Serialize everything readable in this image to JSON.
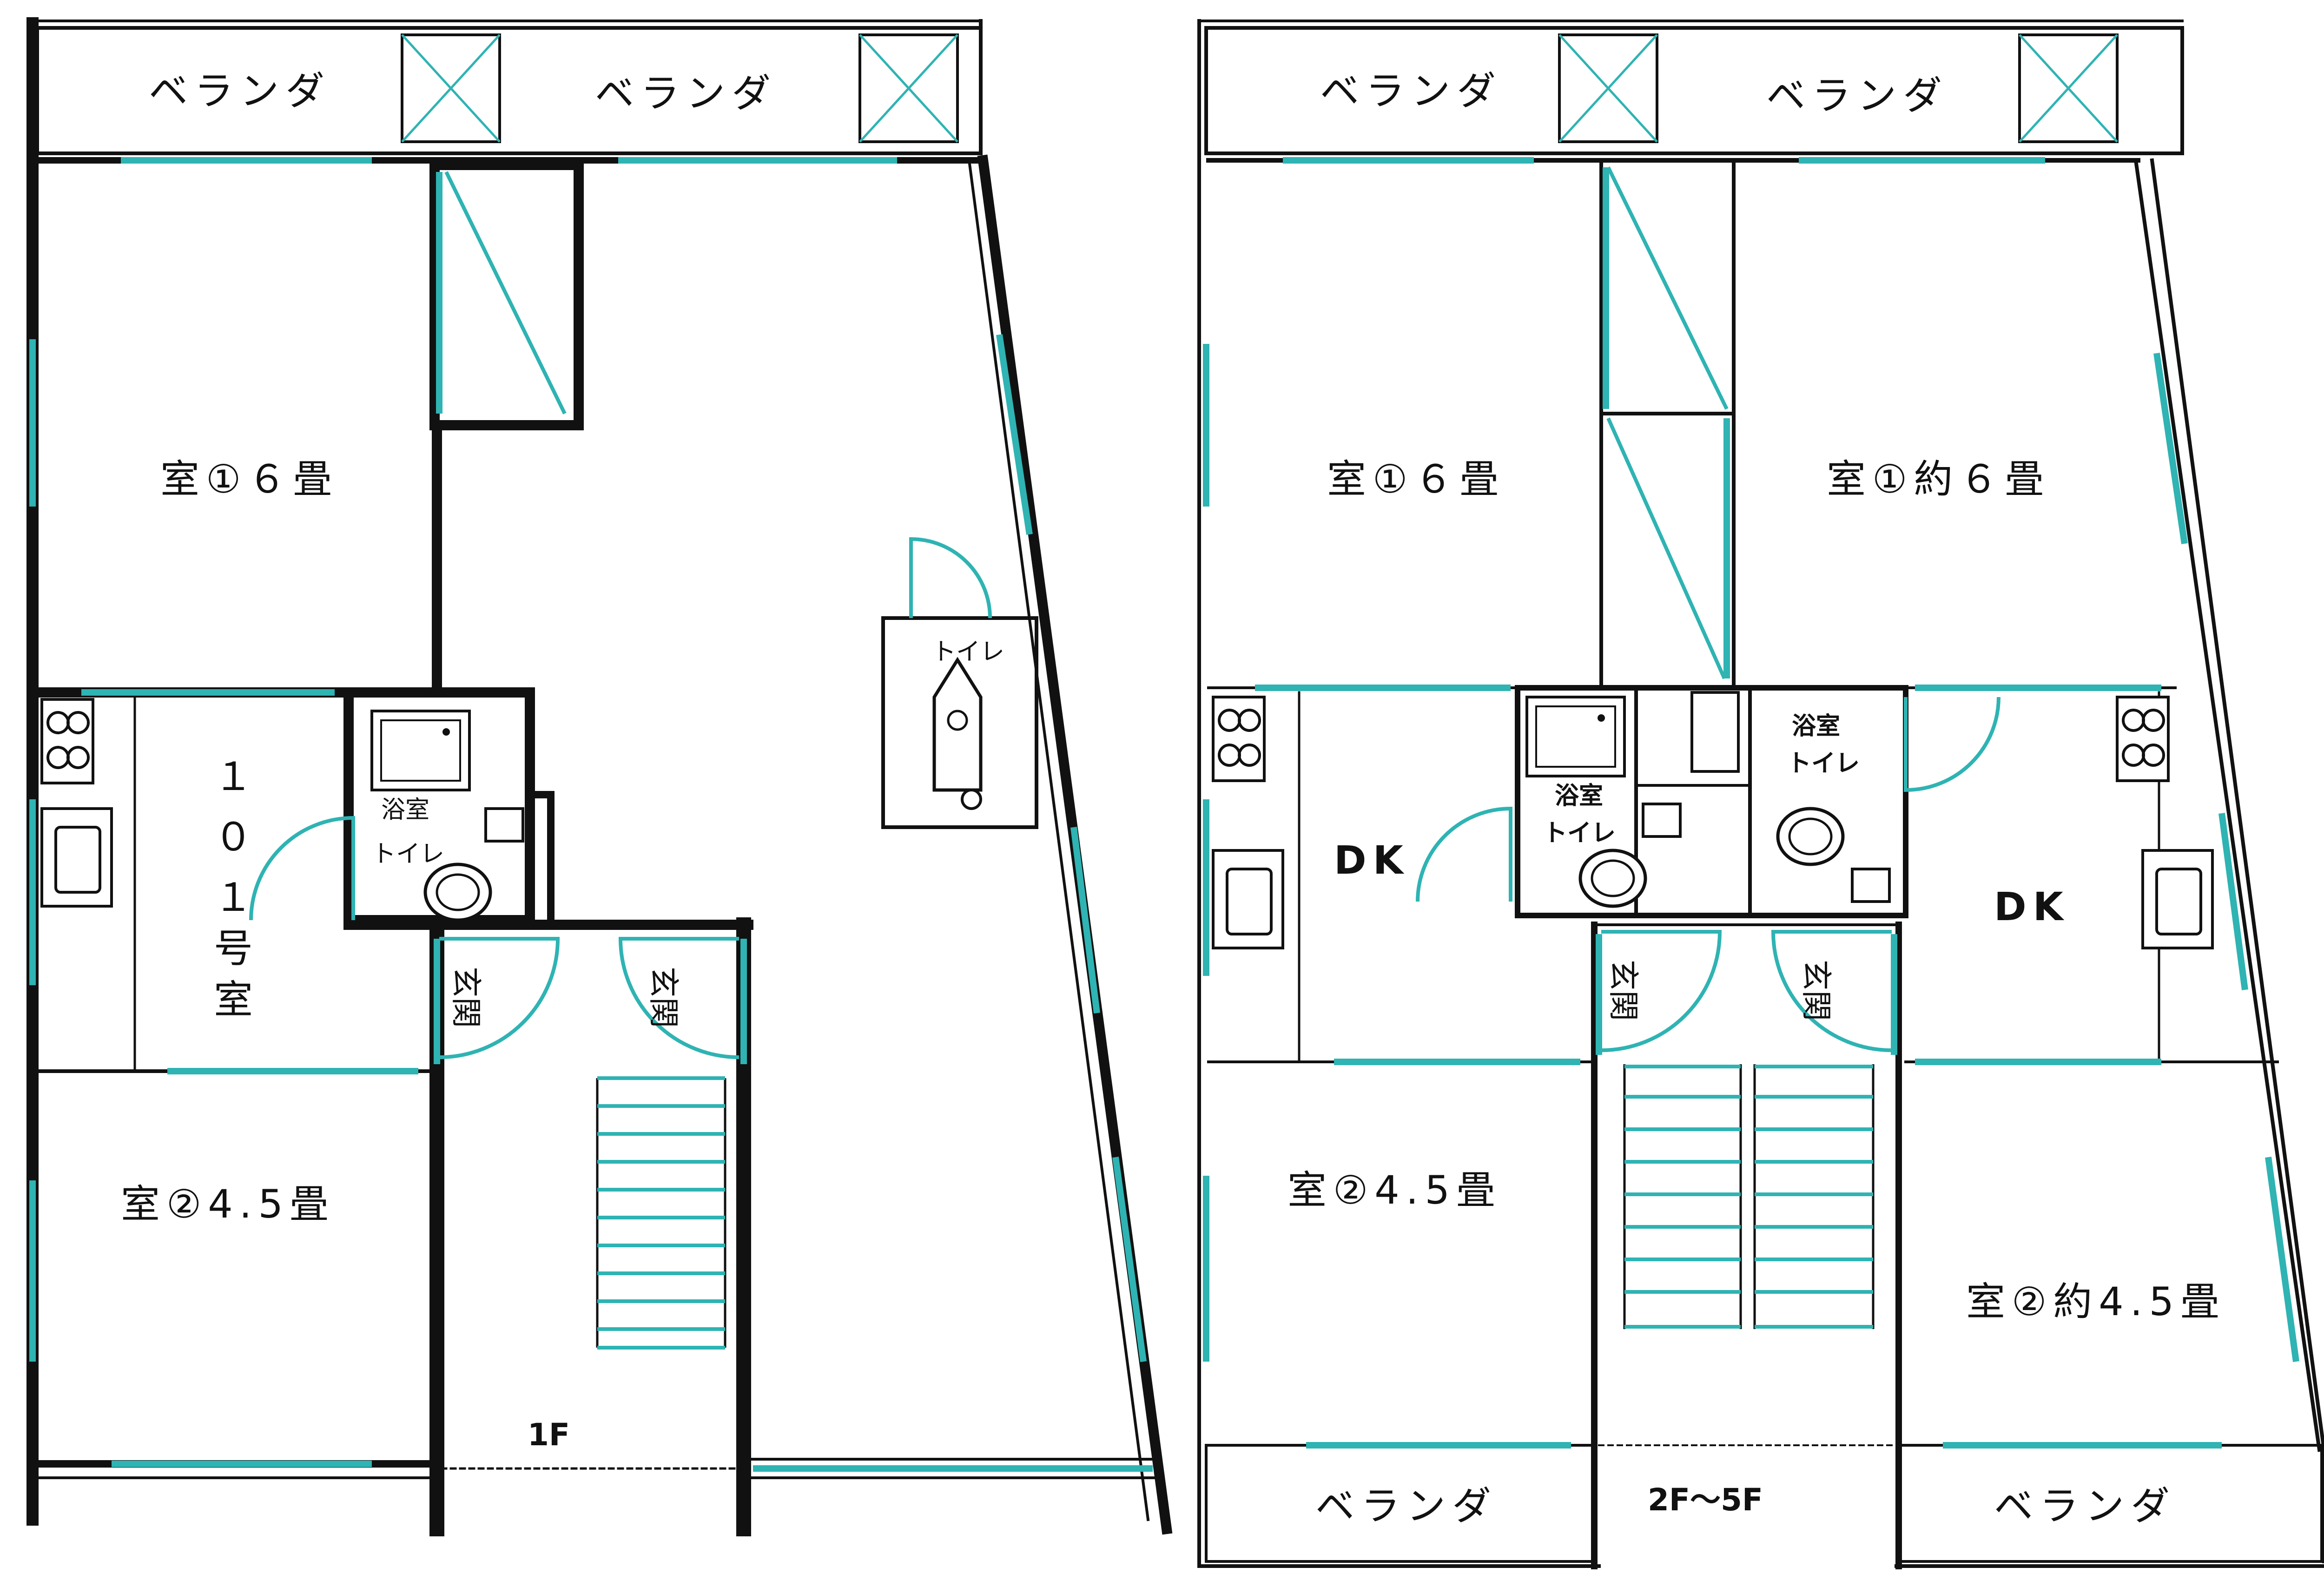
{
  "colors": {
    "wall": "#111111",
    "window": "#2fb3b3",
    "background": "#ffffff"
  },
  "left_plan": {
    "veranda_left": "ベランダ",
    "veranda_right": "ベランダ",
    "room1": "室①６畳",
    "room101_lines": [
      "１",
      "０",
      "１",
      "号",
      "室"
    ],
    "bath_toilet_lines": [
      "浴室",
      "トイレ"
    ],
    "toilet": "トイレ",
    "entrance_1": "玄関",
    "entrance_2": "玄関",
    "room2": "室②4.5畳",
    "floor": "1F"
  },
  "right_plan": {
    "veranda_top_left": "ベランダ",
    "veranda_top_right": "ベランダ",
    "room1_left": "室①６畳",
    "room1_right": "室①約６畳",
    "bath_toilet_left_lines": [
      "浴室",
      "トイレ"
    ],
    "bath_toilet_right_lines": [
      "浴室",
      "トイレ"
    ],
    "dk_left": "DK",
    "dk_right": "DK",
    "entrance_left": "玄関",
    "entrance_right": "玄関",
    "room2_left": "室②4.5畳",
    "room2_right": "室②約4.5畳",
    "veranda_bottom_left": "ベランダ",
    "veranda_bottom_right": "ベランダ",
    "floor": "2F～5F"
  }
}
